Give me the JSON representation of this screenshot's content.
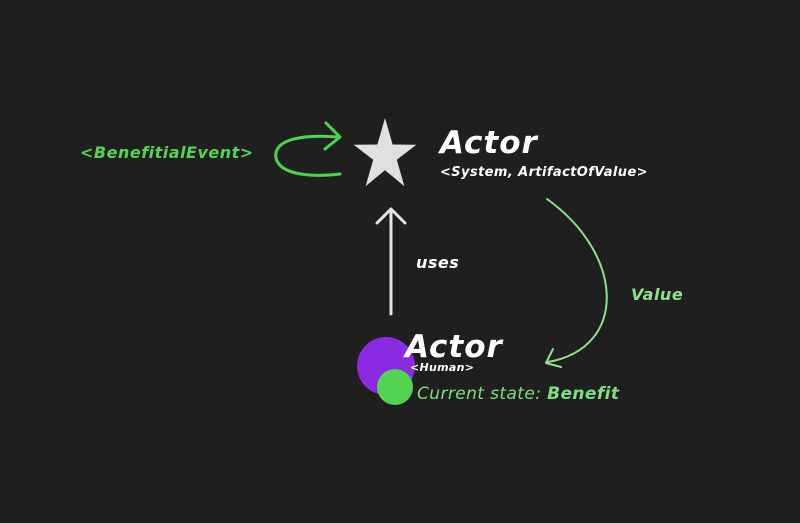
{
  "system_actor": {
    "title": "Actor",
    "subtitle": "<System, ArtifactOfValue>",
    "icon": "star-icon"
  },
  "human_actor": {
    "title": "Actor",
    "subtitle": "<Human>",
    "icon": "overlapping-circles-icon",
    "state_prefix": "Current state: ",
    "state_value": "Benefit"
  },
  "relations": {
    "self_loop_label": "<BenefitialEvent>",
    "uses_label": "uses",
    "value_label": "Value"
  },
  "colors": {
    "background": "#1f1f1f",
    "star": "#e0e0e0",
    "uses_arrow": "#e6e6e6",
    "loop_arrow": "#4cd44c",
    "value_arrow": "#8ee08e",
    "human_purple": "#8a2be2",
    "human_green": "#52d452",
    "text_primary": "#ffffff",
    "text_green": "#54d454",
    "text_light_green": "#7fe07f"
  }
}
